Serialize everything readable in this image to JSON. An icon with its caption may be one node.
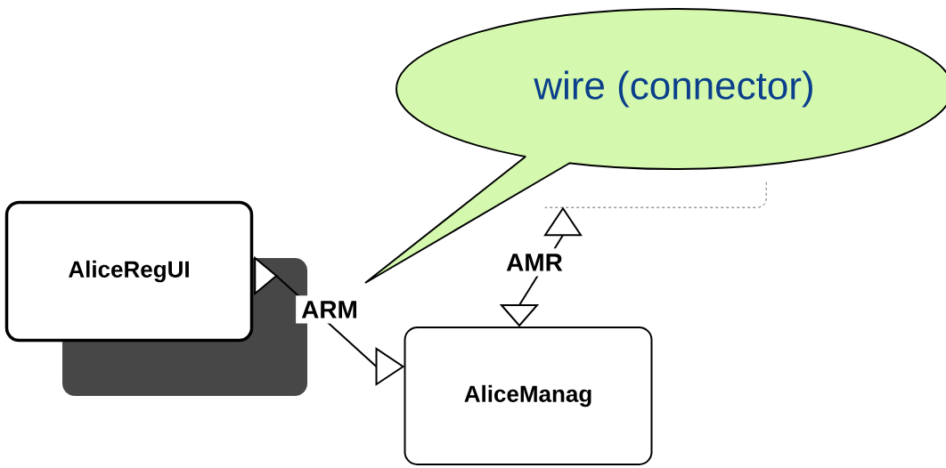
{
  "diagram": {
    "nodes": [
      {
        "text": [
          "AliceRegUI"
        ]
      },
      {
        "text": [
          "AliceManag"
        ]
      },
      {
        "text": [
          "wire (connector)"
        ]
      },
      {
        "text": [],
        "shape": "box"
      }
    ],
    "edges": [
      {
        "from": 0,
        "to": 1,
        "arrow": "both",
        "label": "ARM"
      },
      {
        "from": 1,
        "to": 3,
        "arrow": "both",
        "label": "AMR"
      }
    ]
  }
}
